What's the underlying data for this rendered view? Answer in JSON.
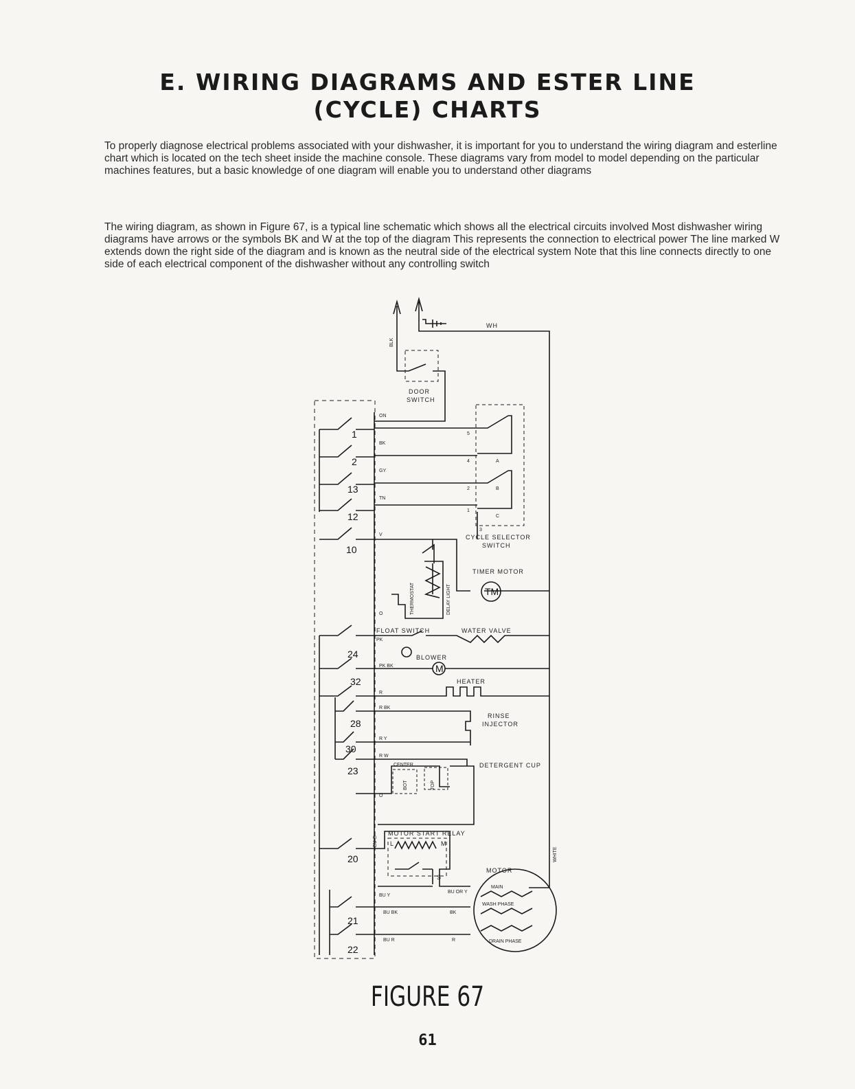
{
  "page": {
    "title_line1": "E. WIRING DIAGRAMS AND ESTER LINE",
    "title_line2": "(CYCLE) CHARTS",
    "paragraph1": "To properly diagnose electrical problems associated with your dishwasher, it is important for you to understand the wiring diagram and esterline chart which is located on the tech sheet inside the machine console. These diagrams vary from model to model depending on the particular machines features, but a basic knowledge of one diagram will enable you to understand other diagrams",
    "paragraph2": "The wiring diagram, as shown in Figure 67, is a typical line schematic which shows all the electrical circuits involved Most dishwasher wiring diagrams have arrows or the symbols BK and W at the top of the diagram This represents the connection to electrical power The line marked W extends down the right side of the diagram and is known as the neutral side of the electrical system Note that this line connects directly to one side of each electrical component of the dishwasher without any controlling switch",
    "figure_caption": "FIGURE 67",
    "page_number": "61"
  },
  "diagram": {
    "labels": {
      "blk": "BLK",
      "wh": "WH",
      "door_switch_1": "DOOR",
      "door_switch_2": "SWITCH",
      "cycle_selector_1": "CYCLE SELECTOR",
      "cycle_selector_2": "SWITCH",
      "timer_motor": "TIMER MOTOR",
      "tm": "TM",
      "thermostat": "THERMOSTAT",
      "delay_light": "DELAY LIGHT",
      "float_switch": "FLOAT SWITCH",
      "water_valve": "WATER VALVE",
      "blower": "BLOWER",
      "m": "M",
      "heater": "HEATER",
      "rinse_1": "RINSE",
      "rinse_2": "INJECTOR",
      "detergent_cup": "DETERGENT CUP",
      "center": "CENTER",
      "bot": "BOT",
      "top": "TOP",
      "motor_start_relay": "MOTOR START RELAY",
      "motor": "MOTOR",
      "white": "WHITE",
      "main": "MAIN",
      "wash_phase": "WASH PHASE",
      "drain_phase": "DRAIN PHASE",
      "l": "L",
      "m2": "M",
      "s": "S"
    },
    "wire_colors": {
      "on": "ON",
      "bk": "BK",
      "gy": "GY",
      "tn": "TN",
      "v": "V",
      "o": "O",
      "pk": "PK",
      "pk_bk": "PK BK",
      "r": "R",
      "r_bk": "R BK",
      "r_y": "R Y",
      "r_w": "R W",
      "o2": "O",
      "bu_o": "BU O",
      "bu_y": "BU Y",
      "bu_bk": "BU BK",
      "bu_r": "BU R",
      "bk2": "BK",
      "r2": "R",
      "bu_or_y": "BU OR Y"
    },
    "timer_contacts": [
      "1",
      "2",
      "13",
      "12",
      "10",
      "24",
      "32",
      "28",
      "30",
      "23",
      "20",
      "21",
      "22"
    ],
    "selector_contacts": [
      "5",
      "4",
      "2",
      "1",
      "3"
    ],
    "selector_letters": [
      "A",
      "B",
      "C"
    ]
  }
}
